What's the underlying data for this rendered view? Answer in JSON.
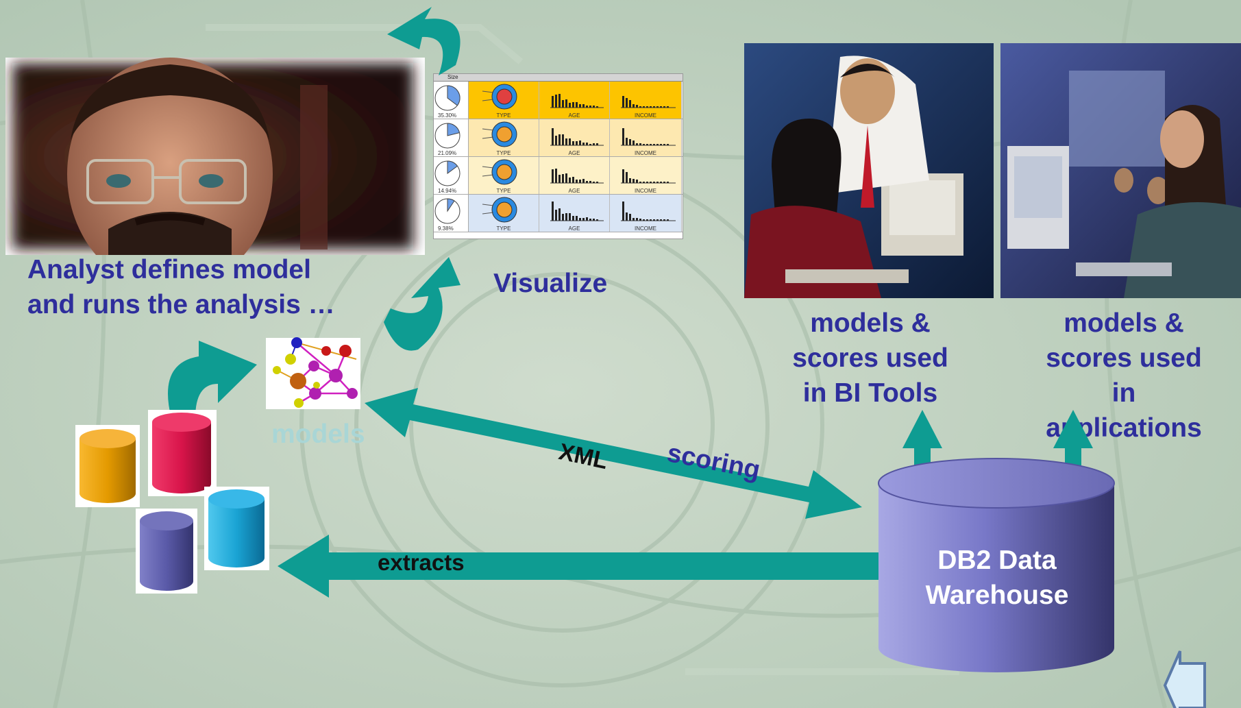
{
  "labels": {
    "analyst": [
      "Analyst defines model",
      "and runs the analysis …"
    ],
    "visualize": "Visualize",
    "models": "models",
    "bi_tools": [
      "models &",
      "scores used",
      "in BI Tools"
    ],
    "applications": [
      "models &",
      "scores used",
      "in",
      "applications"
    ],
    "xml": "XML",
    "scoring": "scoring",
    "extracts": "extracts",
    "warehouse": [
      "DB2 Data",
      "Warehouse"
    ]
  },
  "visualization": {
    "header": "Size",
    "rows": [
      {
        "pct": "35.30%",
        "fill": 0.353,
        "bg": "#fdc400",
        "labels": [
          "TYPE",
          "AGE",
          "INCOME"
        ]
      },
      {
        "pct": "21.09%",
        "fill": 0.211,
        "bg": "#fde8b0",
        "labels": [
          "TYPE",
          "AGE",
          "INCOME"
        ]
      },
      {
        "pct": "14.94%",
        "fill": 0.149,
        "bg": "#fdf1c8",
        "labels": [
          "TYPE",
          "AGE",
          "INCOME"
        ]
      },
      {
        "pct": "9.38%",
        "fill": 0.094,
        "bg": "#d9e5f5",
        "labels": [
          "TYPE",
          "AGE",
          "INCOME"
        ]
      }
    ]
  },
  "colors": {
    "arrow_teal": "#0e9c92",
    "label_navy": "#2e2e9c",
    "models_faded": "#a9d6d6",
    "warehouse": "#7878c8",
    "db_orange": "#e49a00",
    "db_red": "#d8144a",
    "db_blue": "#1aa4d4",
    "db_purple": "#5a5aa8"
  },
  "icons": [
    "curved-arrow-icon",
    "database-cylinder-icon",
    "network-model-icon",
    "back-arrow-icon"
  ]
}
